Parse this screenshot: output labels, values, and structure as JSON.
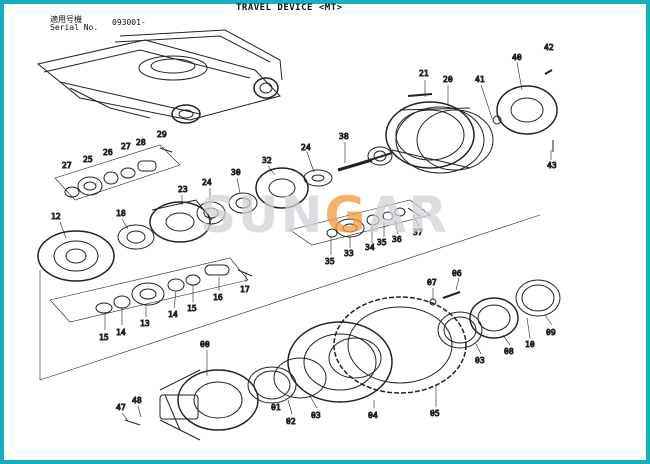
{
  "header": {
    "title": "TRAVEL DEVICE <MT>",
    "serial_label_jp": "適用号機",
    "serial_label_en": "Serial No.",
    "serial_value": "093001-"
  },
  "watermark": {
    "prefix": "SUN",
    "accent": "G",
    "suffix": "AR",
    "accent_color": "#ee9a3f",
    "text_color": "#cfd2d6"
  },
  "colors": {
    "frame": "#12b1bd",
    "line": "#222222"
  },
  "part_numbers": [
    {
      "id": "42",
      "text": "42"
    },
    {
      "id": "21",
      "text": "21"
    },
    {
      "id": "20",
      "text": "20"
    },
    {
      "id": "41",
      "text": "41"
    },
    {
      "id": "40",
      "text": "40"
    },
    {
      "id": "38",
      "text": "38"
    },
    {
      "id": "43",
      "text": "43"
    },
    {
      "id": "29",
      "text": "29"
    },
    {
      "id": "26",
      "text": "26"
    },
    {
      "id": "28",
      "text": "28"
    },
    {
      "id": "27a",
      "text": "27"
    },
    {
      "id": "27b",
      "text": "27"
    },
    {
      "id": "25",
      "text": "25"
    },
    {
      "id": "24a",
      "text": "24"
    },
    {
      "id": "24b",
      "text": "24"
    },
    {
      "id": "32",
      "text": "32"
    },
    {
      "id": "30",
      "text": "30"
    },
    {
      "id": "23",
      "text": "23"
    },
    {
      "id": "18",
      "text": "18"
    },
    {
      "id": "12",
      "text": "12"
    },
    {
      "id": "37",
      "text": "37"
    },
    {
      "id": "36",
      "text": "36"
    },
    {
      "id": "35a",
      "text": "35"
    },
    {
      "id": "34",
      "text": "34"
    },
    {
      "id": "33",
      "text": "33"
    },
    {
      "id": "35b",
      "text": "35"
    },
    {
      "id": "16",
      "text": "16"
    },
    {
      "id": "17",
      "text": "17"
    },
    {
      "id": "15a",
      "text": "15"
    },
    {
      "id": "15b",
      "text": "15"
    },
    {
      "id": "14a",
      "text": "14"
    },
    {
      "id": "14b",
      "text": "14"
    },
    {
      "id": "13",
      "text": "13"
    },
    {
      "id": "07",
      "text": "07"
    },
    {
      "id": "06",
      "text": "06"
    },
    {
      "id": "09",
      "text": "09"
    },
    {
      "id": "10",
      "text": "10"
    },
    {
      "id": "08",
      "text": "08"
    },
    {
      "id": "03a",
      "text": "03"
    },
    {
      "id": "00",
      "text": "00"
    },
    {
      "id": "01",
      "text": "01"
    },
    {
      "id": "02",
      "text": "02"
    },
    {
      "id": "03b",
      "text": "03"
    },
    {
      "id": "04",
      "text": "04"
    },
    {
      "id": "05",
      "text": "05"
    },
    {
      "id": "47",
      "text": "47"
    },
    {
      "id": "48",
      "text": "48"
    }
  ]
}
